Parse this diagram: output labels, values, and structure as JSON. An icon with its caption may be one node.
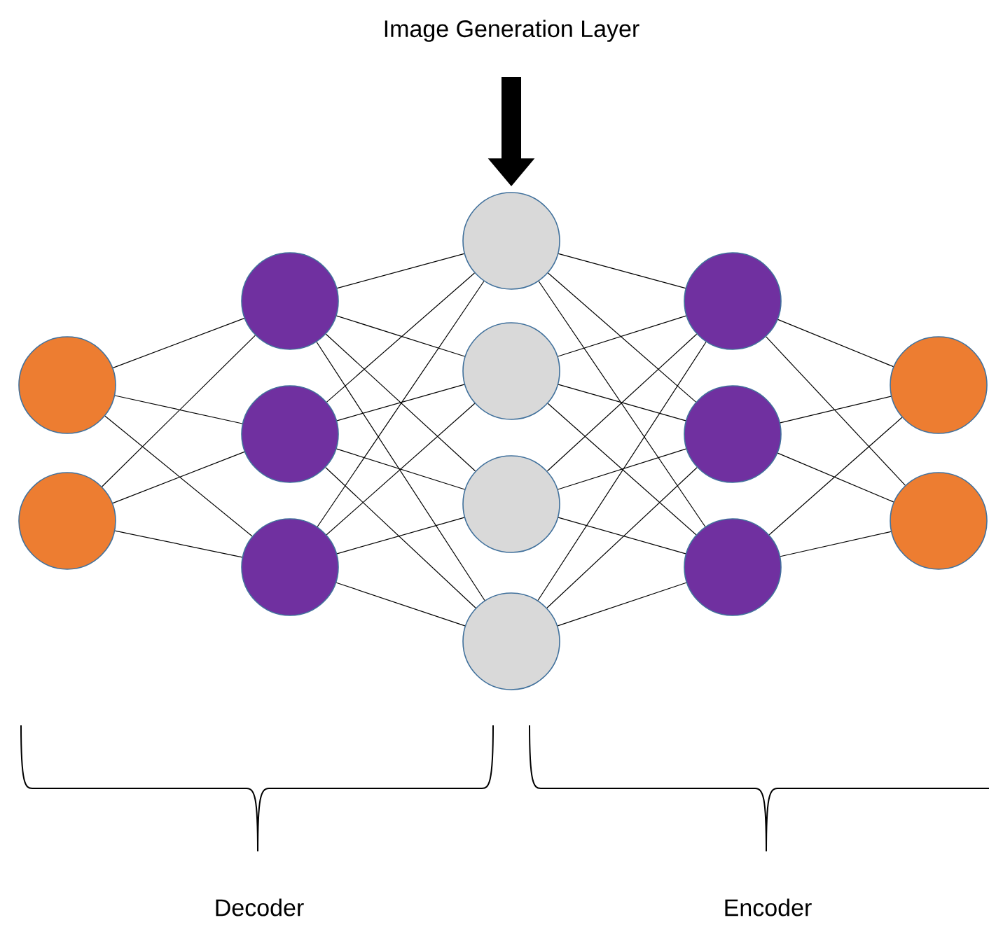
{
  "diagram": {
    "title": "Image Generation Layer",
    "nodes": [
      {
        "text": [],
        "shape": "circle"
      },
      {
        "text": [],
        "shape": "circle"
      },
      {
        "text": [],
        "shape": "circle"
      },
      {
        "text": [],
        "shape": "circle"
      },
      {
        "text": [],
        "shape": "circle"
      },
      {
        "text": [],
        "shape": "circle"
      },
      {
        "text": [],
        "shape": "circle"
      },
      {
        "text": [],
        "shape": "circle"
      },
      {
        "text": [],
        "shape": "circle"
      },
      {
        "text": [],
        "shape": "circle"
      },
      {
        "text": [],
        "shape": "circle"
      },
      {
        "text": [],
        "shape": "circle"
      },
      {
        "text": [],
        "shape": "circle"
      },
      {
        "text": [],
        "shape": "circle"
      }
    ],
    "edges": [
      {
        "from": 0,
        "to": 2,
        "arrow": "none"
      },
      {
        "from": 0,
        "to": 3,
        "arrow": "none"
      },
      {
        "from": 0,
        "to": 4,
        "arrow": "none"
      },
      {
        "from": 1,
        "to": 2,
        "arrow": "none"
      },
      {
        "from": 1,
        "to": 3,
        "arrow": "none"
      },
      {
        "from": 1,
        "to": 4,
        "arrow": "none"
      },
      {
        "from": 2,
        "to": 5,
        "arrow": "none"
      },
      {
        "from": 2,
        "to": 6,
        "arrow": "none"
      },
      {
        "from": 2,
        "to": 7,
        "arrow": "none"
      },
      {
        "from": 2,
        "to": 8,
        "arrow": "none"
      },
      {
        "from": 3,
        "to": 5,
        "arrow": "none"
      },
      {
        "from": 3,
        "to": 6,
        "arrow": "none"
      },
      {
        "from": 3,
        "to": 7,
        "arrow": "none"
      },
      {
        "from": 3,
        "to": 8,
        "arrow": "none"
      },
      {
        "from": 4,
        "to": 5,
        "arrow": "none"
      },
      {
        "from": 4,
        "to": 6,
        "arrow": "none"
      },
      {
        "from": 4,
        "to": 7,
        "arrow": "none"
      },
      {
        "from": 4,
        "to": 8,
        "arrow": "none"
      },
      {
        "from": 5,
        "to": 9,
        "arrow": "none"
      },
      {
        "from": 5,
        "to": 10,
        "arrow": "none"
      },
      {
        "from": 5,
        "to": 11,
        "arrow": "none"
      },
      {
        "from": 6,
        "to": 9,
        "arrow": "none"
      },
      {
        "from": 6,
        "to": 10,
        "arrow": "none"
      },
      {
        "from": 6,
        "to": 11,
        "arrow": "none"
      },
      {
        "from": 7,
        "to": 9,
        "arrow": "none"
      },
      {
        "from": 7,
        "to": 10,
        "arrow": "none"
      },
      {
        "from": 7,
        "to": 11,
        "arrow": "none"
      },
      {
        "from": 8,
        "to": 9,
        "arrow": "none"
      },
      {
        "from": 8,
        "to": 10,
        "arrow": "none"
      },
      {
        "from": 8,
        "to": 11,
        "arrow": "none"
      },
      {
        "from": 9,
        "to": 12,
        "arrow": "none"
      },
      {
        "from": 9,
        "to": 13,
        "arrow": "none"
      },
      {
        "from": 10,
        "to": 12,
        "arrow": "none"
      },
      {
        "from": 10,
        "to": 13,
        "arrow": "none"
      },
      {
        "from": 11,
        "to": 12,
        "arrow": "none"
      },
      {
        "from": 11,
        "to": 13,
        "arrow": "none"
      },
      {
        "from": null,
        "to": 5,
        "arrow": "to",
        "style": "thick"
      }
    ],
    "labels": [
      "Decoder",
      "Encoder"
    ]
  }
}
